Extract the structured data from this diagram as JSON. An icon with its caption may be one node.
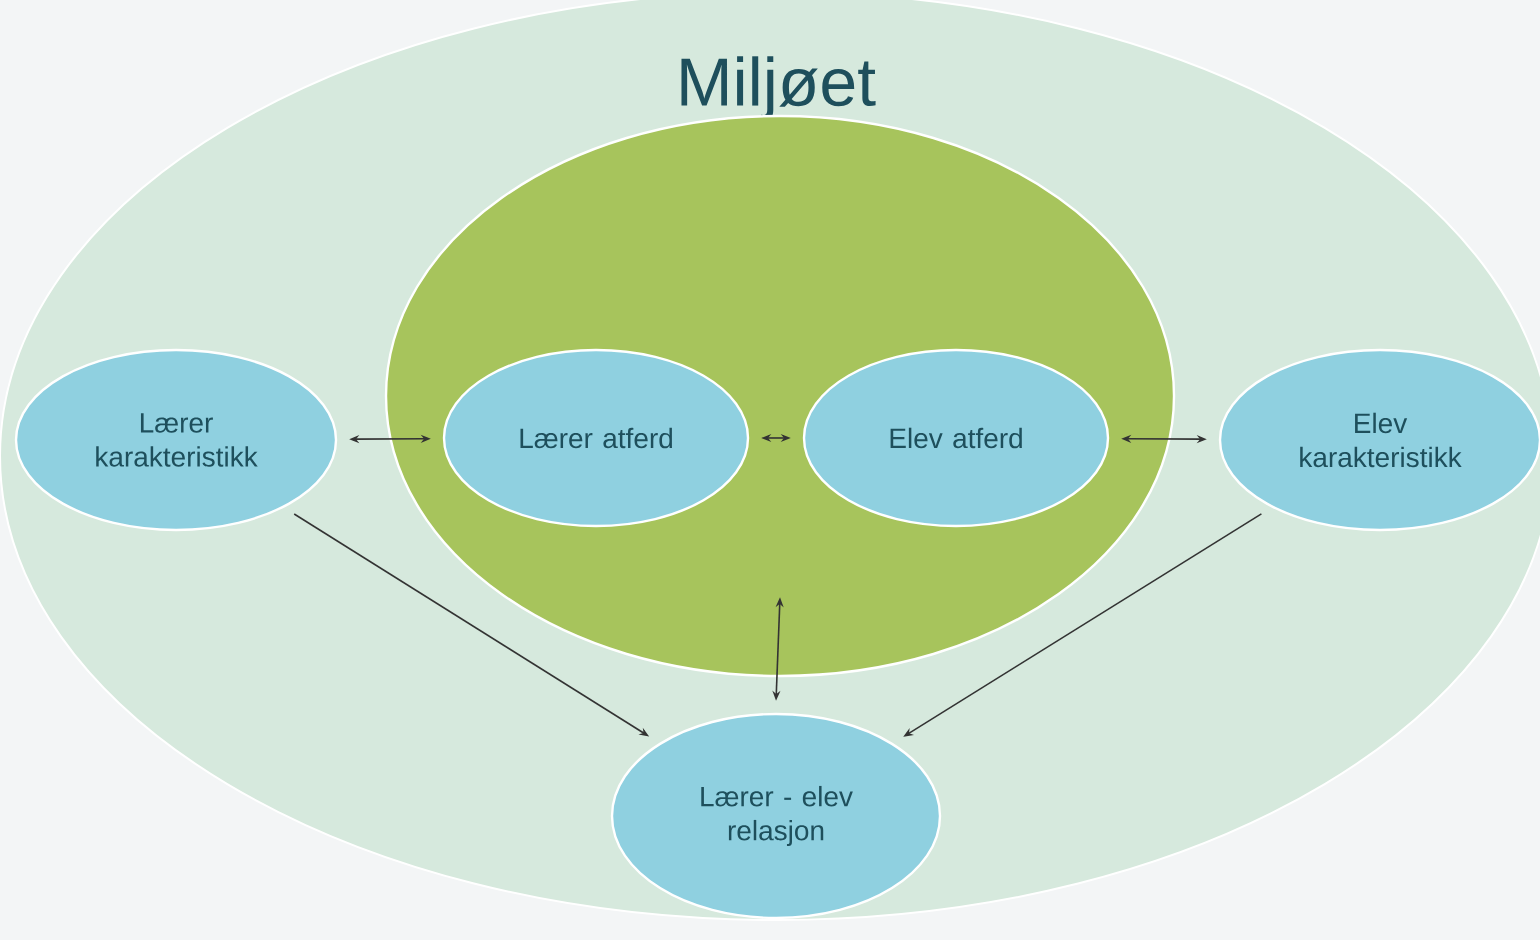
{
  "diagram": {
    "nodes": [
      {
        "text": [
          "Miljøet"
        ]
      },
      {
        "text": [
          "Lærer karakteristikk"
        ],
        "in": 0
      },
      {
        "text": [],
        "shape": "ellipse",
        "in": 0
      },
      {
        "text": [
          "Lærer atferd"
        ],
        "in": 2
      },
      {
        "text": [
          "Elev atferd"
        ],
        "in": 2
      },
      {
        "text": [
          "Elev karakteristikk"
        ],
        "in": 0
      },
      {
        "text": [
          "Lærer - elev relasjon"
        ],
        "in": 0
      }
    ],
    "edges": [
      {
        "from": 1,
        "to": 3,
        "arrow": "both"
      },
      {
        "from": 3,
        "to": 4,
        "arrow": "both"
      },
      {
        "from": 4,
        "to": 5,
        "arrow": "both"
      },
      {
        "from": 2,
        "to": 6,
        "arrow": "both"
      },
      {
        "from": 1,
        "to": 6,
        "arrow": "to"
      },
      {
        "from": 5,
        "to": 6,
        "arrow": "to"
      }
    ]
  }
}
